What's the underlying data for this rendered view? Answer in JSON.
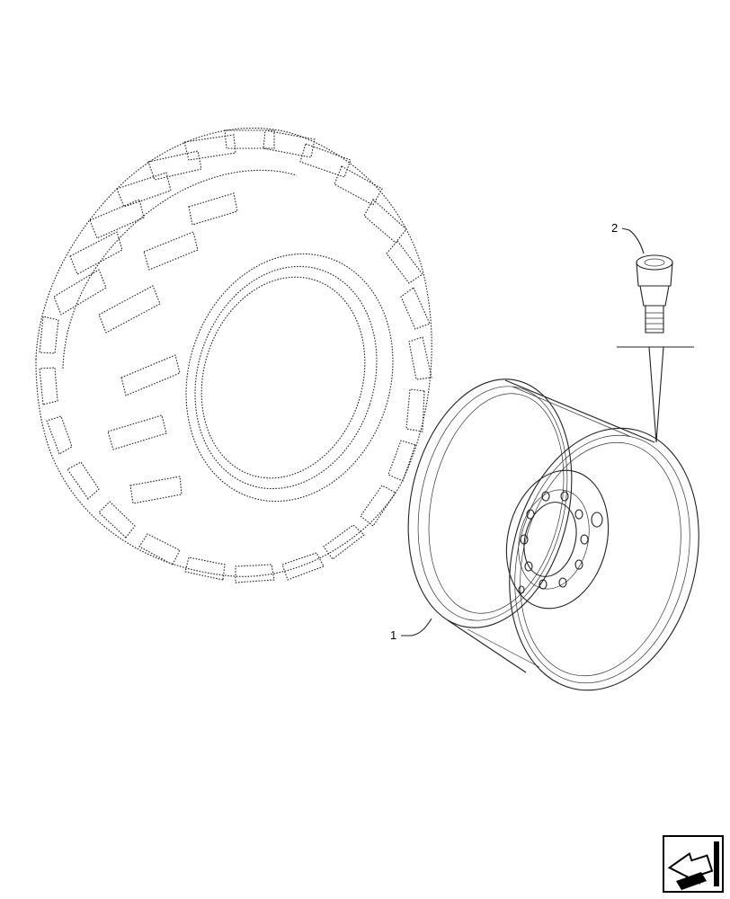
{
  "diagram": {
    "callouts": [
      {
        "number": "1",
        "part": "rim"
      },
      {
        "number": "2",
        "part": "valve"
      }
    ],
    "nav_icon": "next-page-arrow-icon"
  }
}
